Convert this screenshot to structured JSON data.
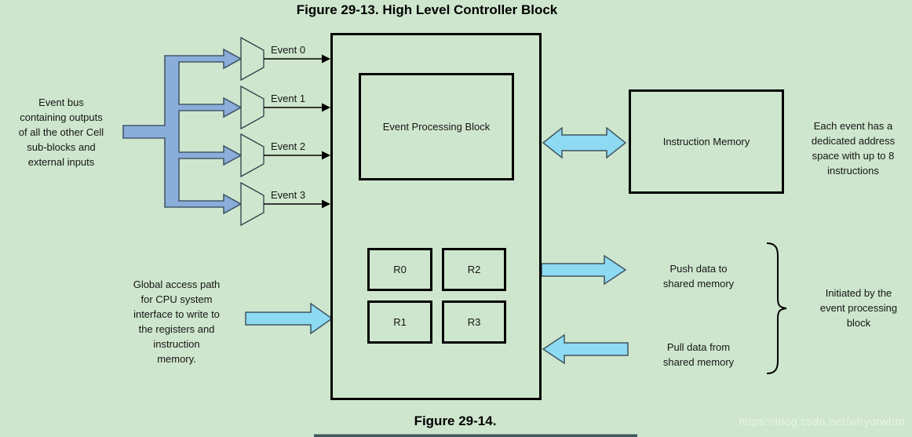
{
  "figure": {
    "title": "Figure 29-13. High Level Controller Block",
    "next_caption": "Figure 29-14."
  },
  "blocks": {
    "event_processing": "Event Processing Block",
    "instruction_memory": "Instruction Memory",
    "registers": [
      "R0",
      "R2",
      "R1",
      "R3"
    ]
  },
  "events": [
    "Event 0",
    "Event 1",
    "Event 2",
    "Event 3"
  ],
  "annotations": {
    "event_bus": "Event bus\ncontaining outputs\nof all the other Cell\nsub-blocks and\nexternal inputs",
    "global_access": "Global access path\nfor CPU system\ninterface to write to\nthe registers and\ninstruction\nmemory.",
    "address_space": "Each event has a\ndedicated address\nspace with up to 8\ninstructions",
    "push": "Push data to\nshared memory",
    "pull": "Pull data from\nshared memory",
    "initiated": "Initiated by the\nevent processing\nblock"
  },
  "watermark": "https://blog.csdn.net/whyorwhnt",
  "colors": {
    "background": "#cee6cd",
    "bus_fill": "#8badda",
    "bus_stroke": "#44586c",
    "cyan_fill": "#8edaf2",
    "cyan_stroke": "#3f5460",
    "strip": "#3e5a5a"
  }
}
